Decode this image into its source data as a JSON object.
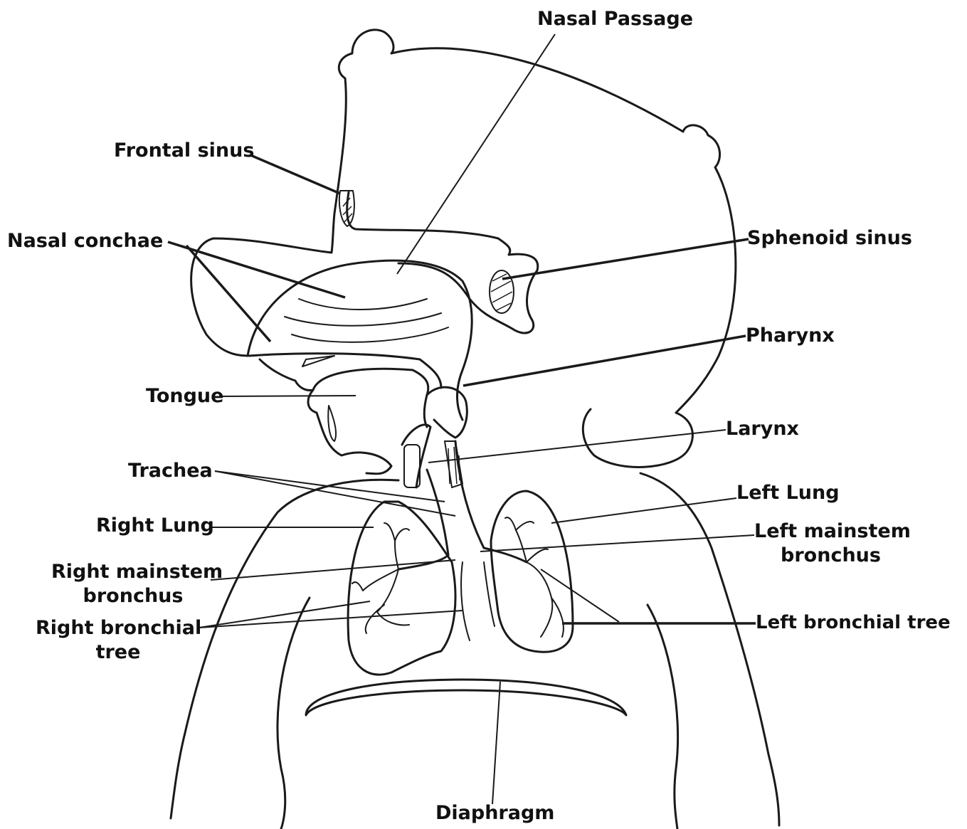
{
  "diagram": {
    "labels": {
      "nasal_passage": "Nasal Passage",
      "frontal_sinus": "Frontal sinus",
      "nasal_conchae": "Nasal conchae",
      "sphenoid_sinus": "Sphenoid sinus",
      "pharynx": "Pharynx",
      "tongue": "Tongue",
      "larynx": "Larynx",
      "trachea": "Trachea",
      "left_lung": "Left Lung",
      "right_lung": "Right Lung",
      "left_mainstem_bronchus_1": "Left mainstem",
      "left_mainstem_bronchus_2": "bronchus",
      "right_mainstem_bronchus_1": "Right mainstem",
      "right_mainstem_bronchus_2": "bronchus",
      "right_bronchial_tree_1": "Right bronchial",
      "right_bronchial_tree_2": "tree",
      "left_bronchial_tree": "Left bronchial tree",
      "diaphragm": "Diaphragm"
    }
  }
}
